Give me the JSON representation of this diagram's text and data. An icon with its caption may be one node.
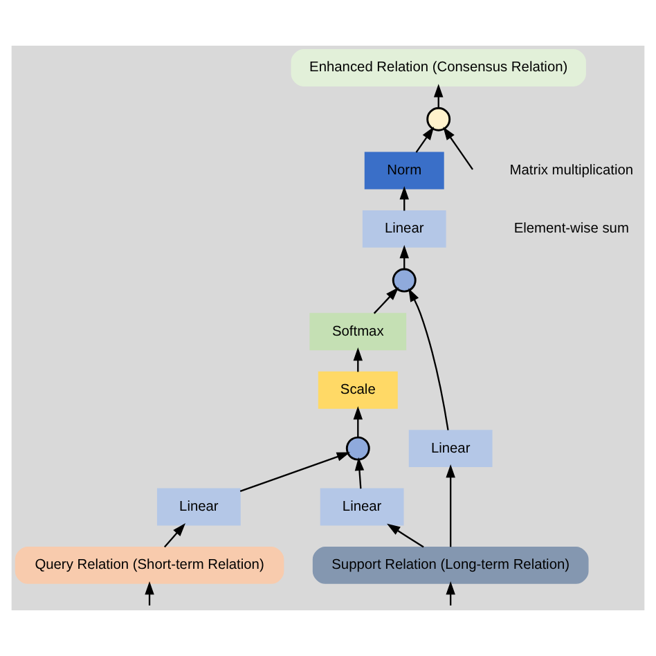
{
  "diagram": {
    "nodes": [
      {
        "text": [
          "Enhanced Relation (Consensus Relation)"
        ]
      },
      {
        "text": [],
        "shape": "circle"
      },
      {
        "text": [
          "Norm"
        ]
      },
      {
        "text": [
          "Linear"
        ]
      },
      {
        "text": [],
        "shape": "circle"
      },
      {
        "text": [
          "Softmax"
        ]
      },
      {
        "text": [
          "Scale"
        ]
      },
      {
        "text": [],
        "shape": "circle"
      },
      {
        "text": [
          "Linear"
        ]
      },
      {
        "text": [
          "Linear"
        ]
      },
      {
        "text": [
          "Linear"
        ]
      },
      {
        "text": [
          "Query Relation (Short-term Relation)"
        ]
      },
      {
        "text": [
          "Support Relation (Long-term Relation)"
        ]
      }
    ],
    "edges": [
      {
        "from": null,
        "to": 1,
        "arrow": "to"
      },
      {
        "from": 1,
        "to": 0,
        "arrow": "to"
      },
      {
        "from": 2,
        "to": 1,
        "arrow": "to"
      },
      {
        "from": 3,
        "to": 2,
        "arrow": "to"
      },
      {
        "from": 4,
        "to": 3,
        "arrow": "to"
      },
      {
        "from": 5,
        "to": 4,
        "arrow": "to"
      },
      {
        "from": 10,
        "to": 4,
        "arrow": "to"
      },
      {
        "from": 6,
        "to": 5,
        "arrow": "to"
      },
      {
        "from": 7,
        "to": 6,
        "arrow": "to"
      },
      {
        "from": 8,
        "to": 7,
        "arrow": "to"
      },
      {
        "from": 9,
        "to": 7,
        "arrow": "to"
      },
      {
        "from": 11,
        "to": 8,
        "arrow": "to"
      },
      {
        "from": 12,
        "to": 9,
        "arrow": "to"
      },
      {
        "from": 12,
        "to": 10,
        "arrow": "to"
      },
      {
        "from": null,
        "to": 11,
        "arrow": "to"
      },
      {
        "from": null,
        "to": 12,
        "arrow": "to"
      }
    ],
    "labels": [
      "Matrix multiplication",
      "Element-wise sum"
    ]
  }
}
